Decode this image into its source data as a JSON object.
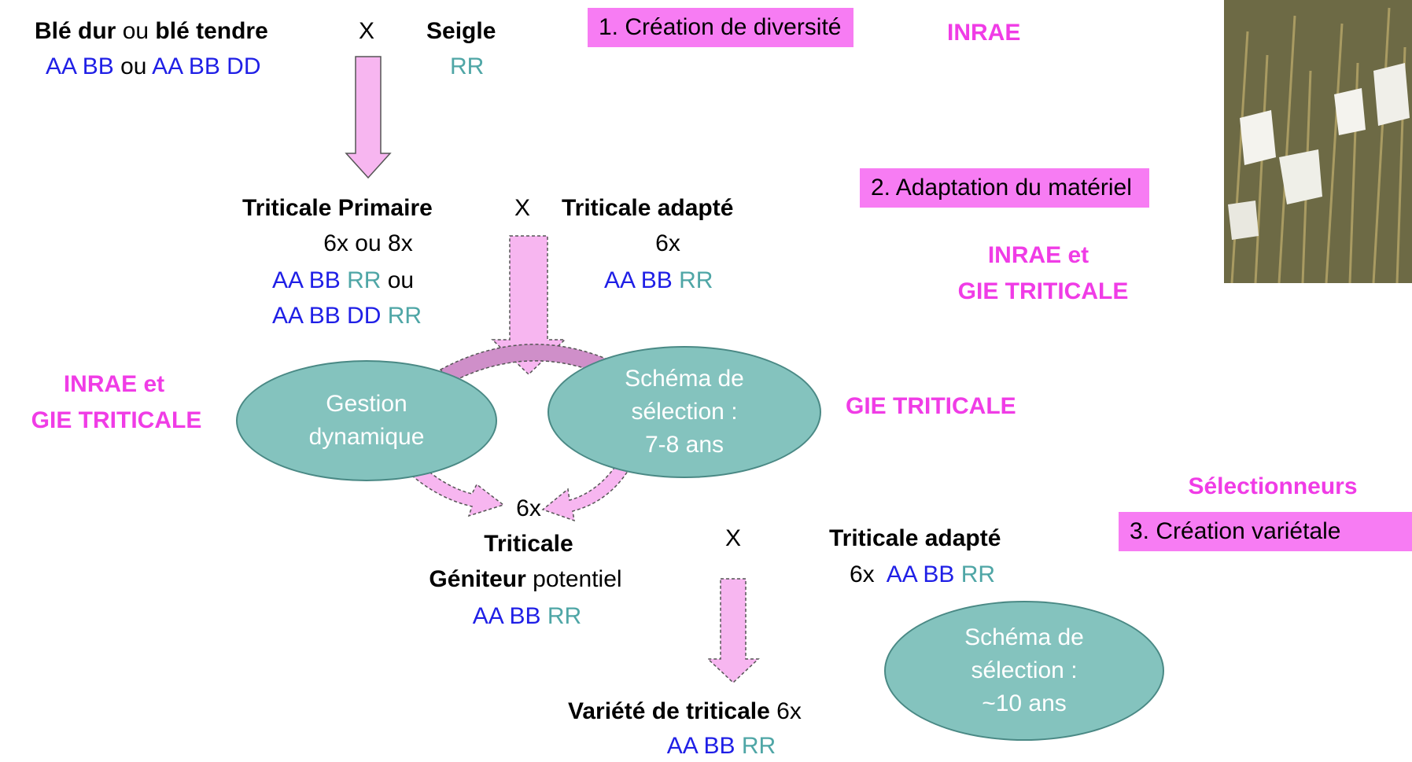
{
  "row1": {
    "parent1_part_a": "Blé dur",
    "parent1_part_b": "ou",
    "parent1_part_c": "blé tendre",
    "cross": "X",
    "parent2": "Seigle",
    "genome1_a": "AA BB",
    "genome1_b": "ou",
    "genome1_c": "AA BB DD",
    "genome2": "RR"
  },
  "box1": "1. Création de diversité",
  "org1": "INRAE",
  "row2": {
    "primaire_title": "Triticale Primaire",
    "primaire_ploidy": "6x ou 8x",
    "primaire_g1_a": "AA BB",
    "primaire_g1_b": "RR",
    "primaire_g1_c": "ou",
    "primaire_g2_a": "AA BB DD",
    "primaire_g2_b": "RR",
    "cross": "X",
    "adapte_title": "Triticale adapté",
    "adapte_ploidy": "6x",
    "adapte_g_a": "AA BB",
    "adapte_g_b": "RR"
  },
  "box2": "2. Adaptation du matériel",
  "org2_line1": "INRAE et",
  "org2_line2": "GIE TRITICALE",
  "org_left_line1": "INRAE et",
  "org_left_line2": "GIE TRITICALE",
  "org_gie": "GIE TRITICALE",
  "ellipse_gestion": [
    "Gestion",
    "dynamique"
  ],
  "ellipse_schema1": [
    "Schéma de",
    "sélection :",
    "7-8 ans"
  ],
  "row3": {
    "ploidy": "6x",
    "title": "Triticale",
    "geniteur_bold": "Géniteur",
    "geniteur_rest": "potentiel",
    "g_a": "AA BB",
    "g_b": "RR",
    "cross": "X",
    "adapte_title": "Triticale adapté",
    "adapte_ploidy": "6x",
    "adapte_g_a": "AA BB",
    "adapte_g_b": "RR"
  },
  "selectionneurs": "Sélectionneurs",
  "box3": "3. Création variétale",
  "ellipse_schema2": [
    "Schéma de",
    "sélection :",
    "~10 ans"
  ],
  "row4": {
    "title": "Variété de triticale",
    "ploidy": "6x",
    "g_a": "AA BB",
    "g_b": "RR"
  },
  "colors": {
    "magenta_box": "#f77cf3",
    "magenta_text": "#f03ce6",
    "genome_blue": "#1f1fe6",
    "genome_teal": "#4fa6a6",
    "ellipse_fill": "#84c3be",
    "arrow_fill": "#f7b6f0"
  }
}
